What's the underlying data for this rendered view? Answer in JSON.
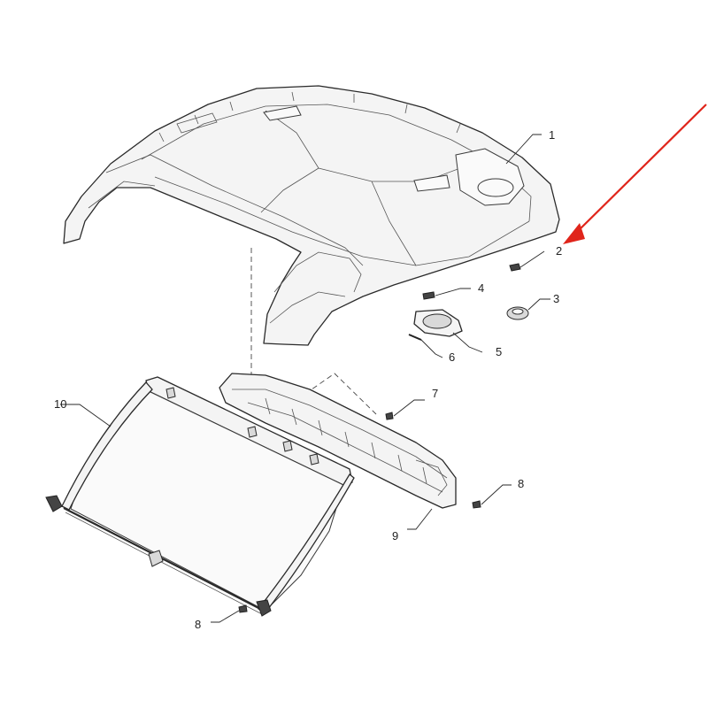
{
  "callouts": {
    "c1": "1",
    "c2": "2",
    "c3": "3",
    "c4": "4",
    "c5": "5",
    "c6": "6",
    "c7": "7",
    "c8a": "8",
    "c8b": "8",
    "c9": "9",
    "c10": "10"
  },
  "colors": {
    "arrow": "#e0251b",
    "line": "#2a2a2a",
    "background": "#ffffff"
  }
}
